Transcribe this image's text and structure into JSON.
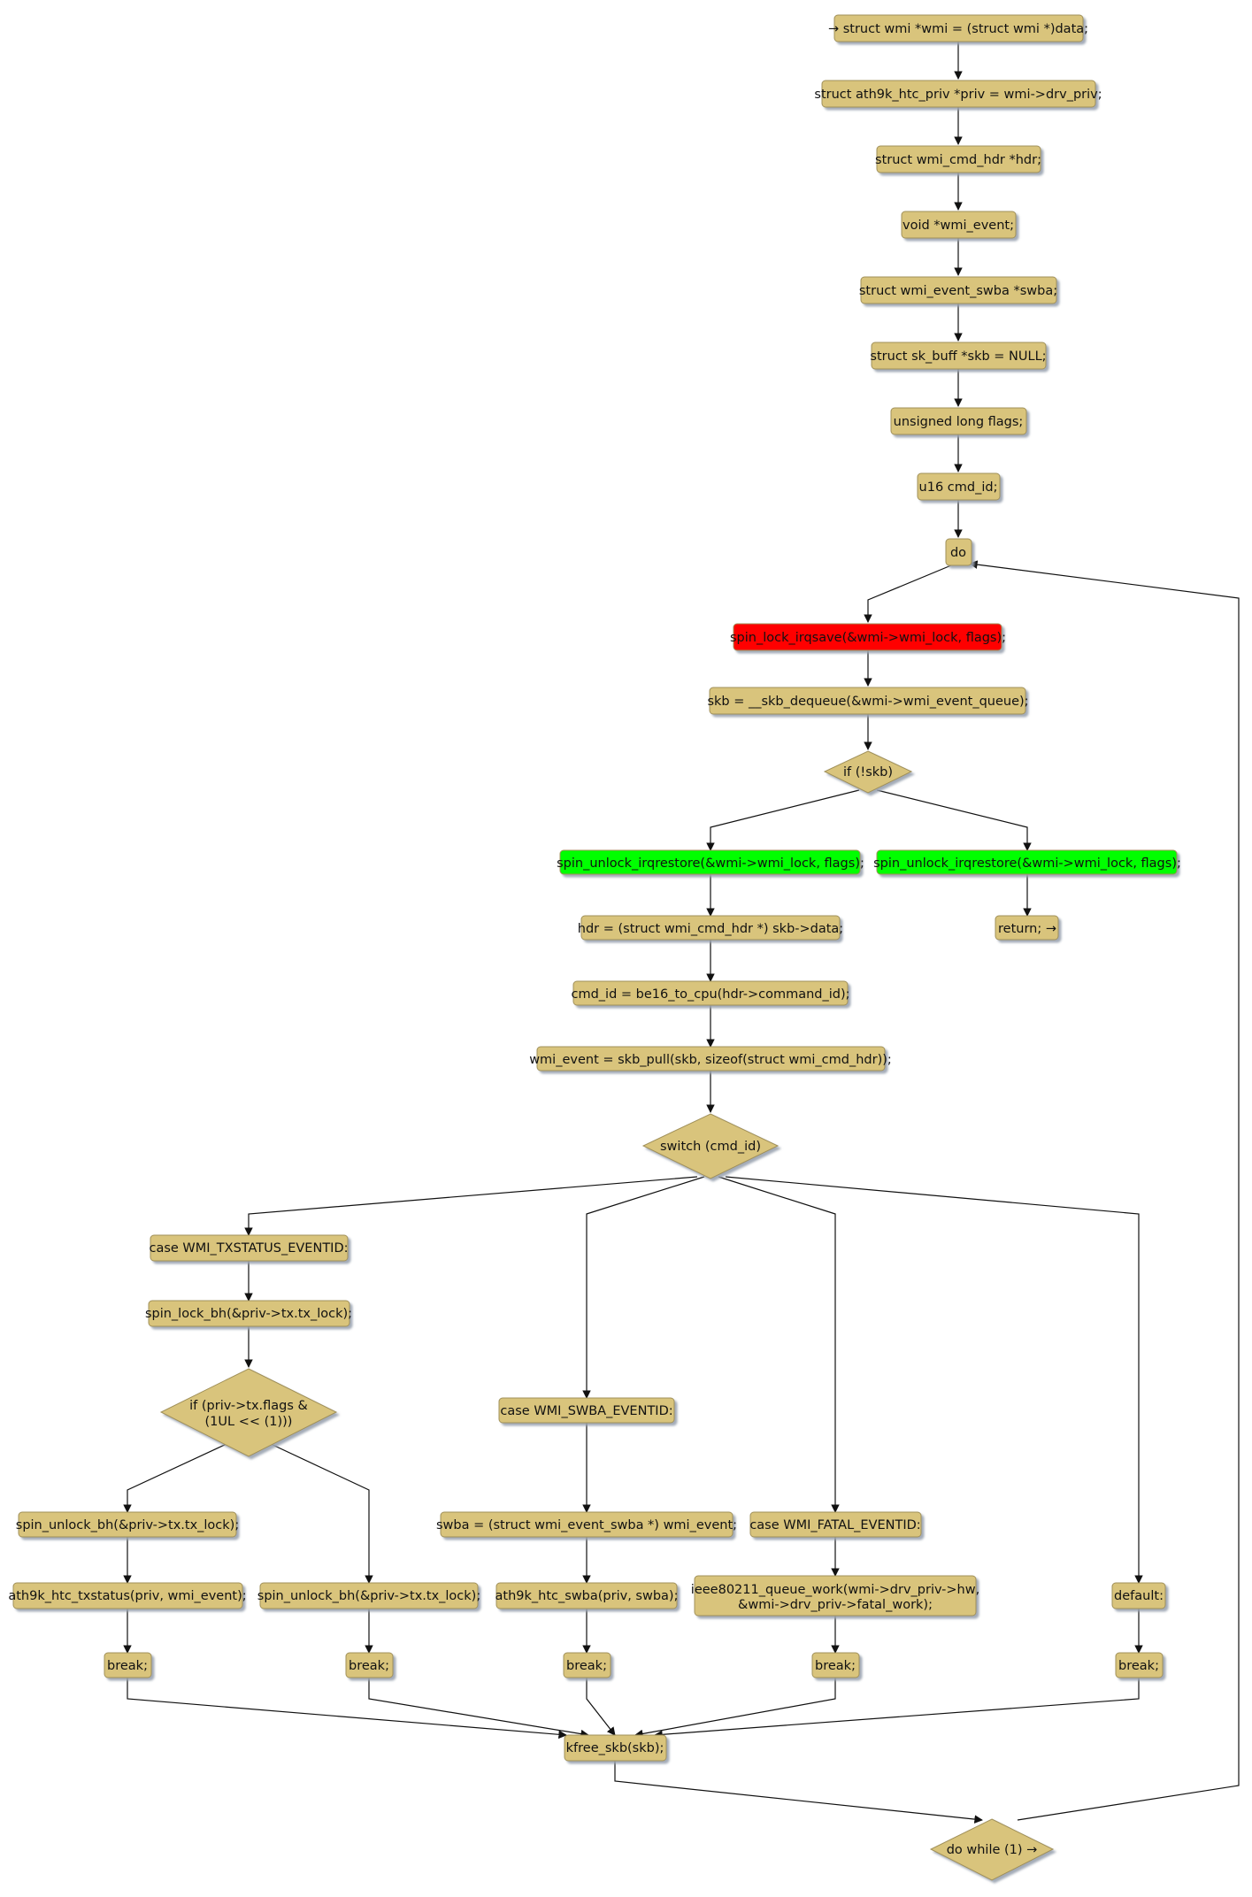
{
  "diagram": {
    "type": "activity-flowchart",
    "colors": {
      "default_fill": "#d9c47b",
      "lock_fill": "#ff0000",
      "unlock_fill": "#00ff00",
      "shadow": "#9aa3b0",
      "edge": "#111111"
    },
    "nodes": {
      "n1": {
        "kind": "action",
        "label": "→ struct wmi *wmi = (struct wmi *)data;"
      },
      "n2": {
        "kind": "action",
        "label": "struct ath9k_htc_priv *priv = wmi->drv_priv;"
      },
      "n3": {
        "kind": "action",
        "label": "struct wmi_cmd_hdr *hdr;"
      },
      "n4": {
        "kind": "action",
        "label": "void *wmi_event;"
      },
      "n5": {
        "kind": "action",
        "label": "struct wmi_event_swba *swba;"
      },
      "n6": {
        "kind": "action",
        "label": "struct sk_buff *skb = NULL;"
      },
      "n7": {
        "kind": "action",
        "label": "unsigned long flags;"
      },
      "n8": {
        "kind": "action",
        "label": "u16 cmd_id;"
      },
      "n9": {
        "kind": "action",
        "label": "do"
      },
      "n10": {
        "kind": "lock",
        "label": "spin_lock_irqsave(&wmi->wmi_lock, flags);"
      },
      "n11": {
        "kind": "action",
        "label": "skb = __skb_dequeue(&wmi->wmi_event_queue);"
      },
      "n12": {
        "kind": "decision",
        "label": "if (!skb)"
      },
      "n13": {
        "kind": "unlock",
        "label": "spin_unlock_irqrestore(&wmi->wmi_lock, flags);"
      },
      "n14": {
        "kind": "unlock",
        "label": "spin_unlock_irqrestore(&wmi->wmi_lock, flags);"
      },
      "n15": {
        "kind": "action",
        "label": "return; →"
      },
      "n16": {
        "kind": "action",
        "label": "hdr = (struct wmi_cmd_hdr *) skb->data;"
      },
      "n17": {
        "kind": "action",
        "label": "cmd_id = be16_to_cpu(hdr->command_id);"
      },
      "n18": {
        "kind": "action",
        "label": "wmi_event = skb_pull(skb, sizeof(struct wmi_cmd_hdr));"
      },
      "n19": {
        "kind": "decision",
        "label": "switch (cmd_id)"
      },
      "n20": {
        "kind": "action",
        "label": "case WMI_TXSTATUS_EVENTID:"
      },
      "n21": {
        "kind": "action",
        "label": "spin_lock_bh(&priv->tx.tx_lock);"
      },
      "n22": {
        "kind": "decision",
        "label": "if (priv->tx.flags &",
        "label2": "(1UL << (1)))"
      },
      "n23": {
        "kind": "action",
        "label": "spin_unlock_bh(&priv->tx.tx_lock);"
      },
      "n24": {
        "kind": "action",
        "label": "ath9k_htc_txstatus(priv, wmi_event);"
      },
      "n25": {
        "kind": "action",
        "label": "break;"
      },
      "n26": {
        "kind": "action",
        "label": "spin_unlock_bh(&priv->tx.tx_lock);"
      },
      "n27": {
        "kind": "action",
        "label": "break;"
      },
      "n28": {
        "kind": "action",
        "label": "case WMI_SWBA_EVENTID:"
      },
      "n29": {
        "kind": "action",
        "label": "swba = (struct wmi_event_swba *) wmi_event;"
      },
      "n30": {
        "kind": "action",
        "label": "ath9k_htc_swba(priv, swba);"
      },
      "n31": {
        "kind": "action",
        "label": "break;"
      },
      "n32": {
        "kind": "action",
        "label": "case WMI_FATAL_EVENTID:"
      },
      "n33": {
        "kind": "action",
        "label": "ieee80211_queue_work(wmi->drv_priv->hw,",
        "label2": "&wmi->drv_priv->fatal_work);"
      },
      "n34": {
        "kind": "action",
        "label": "break;"
      },
      "n35": {
        "kind": "action",
        "label": "default:"
      },
      "n36": {
        "kind": "action",
        "label": "break;"
      },
      "n37": {
        "kind": "action",
        "label": "kfree_skb(skb);"
      },
      "n38": {
        "kind": "decision",
        "label": "do while (1) →"
      }
    }
  }
}
